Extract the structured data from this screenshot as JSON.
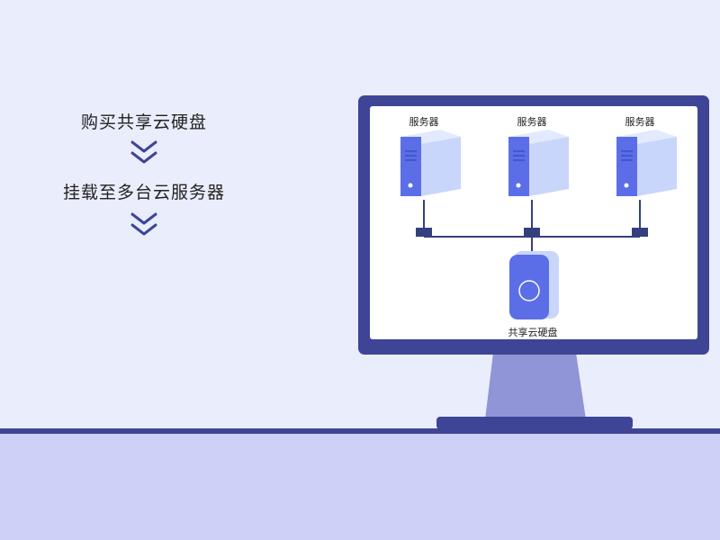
{
  "steps": {
    "step1": "购买共享云硬盘",
    "step2": "挂载至多台云服务器"
  },
  "diagram": {
    "servers": [
      {
        "label": "服务器"
      },
      {
        "label": "服务器"
      },
      {
        "label": "服务器"
      }
    ],
    "disk_label": "共享云硬盘"
  },
  "colors": {
    "background": "#eaeefc",
    "monitor_frame": "#3e4596",
    "monitor_stand": "#8f95d6",
    "floor": "#cdd1f7",
    "server_front": "#5b6ee8",
    "server_side": "#c9d6fb",
    "server_top": "#e3eafe",
    "connector": "#34407e"
  }
}
